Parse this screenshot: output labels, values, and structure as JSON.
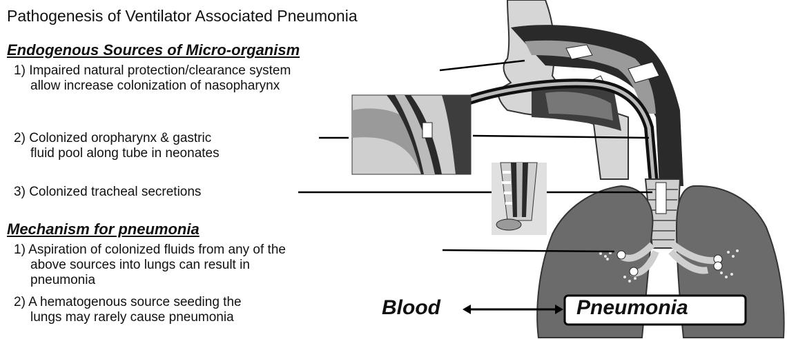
{
  "title": "Pathogenesis of Ventilator Associated Pneumonia",
  "endogenous": {
    "heading": "Endogenous Sources of Micro-organism",
    "items": [
      {
        "num": "1)",
        "lines": [
          "Impaired natural protection/clearance system",
          "allow increase colonization of nasopharynx"
        ]
      },
      {
        "num": "2)",
        "lines": [
          "Colonized oropharynx & gastric",
          "fluid pool along tube in neonates"
        ]
      },
      {
        "num": "3)",
        "lines": [
          "Colonized tracheal secretions"
        ]
      }
    ]
  },
  "mechanism": {
    "heading": "Mechanism for pneumonia",
    "items": [
      {
        "num": "1)",
        "lines": [
          "Aspiration of colonized fluids from any of the",
          "above sources into lungs can result in",
          "pneumonia"
        ]
      },
      {
        "num": "2)",
        "lines": [
          "A hematogenous source seeding the",
          "lungs may rarely cause pneumonia"
        ]
      }
    ]
  },
  "blood_label": "Blood",
  "pneumonia_label": "Pneumonia",
  "colors": {
    "lung": "#6b6b6b",
    "tissue": "#cfcfcf",
    "dark": "#222222",
    "line": "#000000"
  }
}
